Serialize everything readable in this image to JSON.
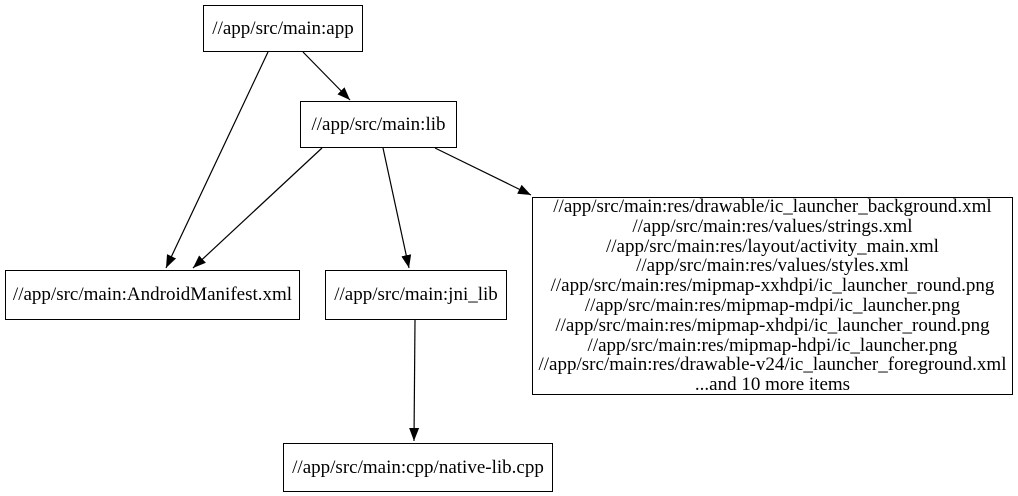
{
  "graph": {
    "type": "directed-dependency-graph",
    "colors": {
      "background": "#ffffff",
      "node_border": "#000000",
      "node_fill": "#ffffff",
      "edge": "#000000",
      "text": "#000000"
    },
    "nodes": {
      "app": {
        "label": "//app/src/main:app"
      },
      "lib": {
        "label": "//app/src/main:lib"
      },
      "manifest": {
        "label": "//app/src/main:AndroidManifest.xml"
      },
      "jni_lib": {
        "label": "//app/src/main:jni_lib"
      },
      "resources": {
        "label": "//app/src/main:res/drawable/ic_launcher_background.xml\n//app/src/main:res/values/strings.xml\n//app/src/main:res/layout/activity_main.xml\n//app/src/main:res/values/styles.xml\n//app/src/main:res/mipmap-xxhdpi/ic_launcher_round.png\n//app/src/main:res/mipmap-mdpi/ic_launcher.png\n//app/src/main:res/mipmap-xhdpi/ic_launcher_round.png\n//app/src/main:res/mipmap-hdpi/ic_launcher.png\n//app/src/main:res/drawable-v24/ic_launcher_foreground.xml\n...and 10 more items"
      },
      "native_lib": {
        "label": "//app/src/main:cpp/native-lib.cpp"
      }
    },
    "edges": [
      {
        "from": "app",
        "to": "lib"
      },
      {
        "from": "app",
        "to": "manifest"
      },
      {
        "from": "lib",
        "to": "manifest"
      },
      {
        "from": "lib",
        "to": "jni_lib"
      },
      {
        "from": "lib",
        "to": "resources"
      },
      {
        "from": "jni_lib",
        "to": "native_lib"
      }
    ]
  }
}
